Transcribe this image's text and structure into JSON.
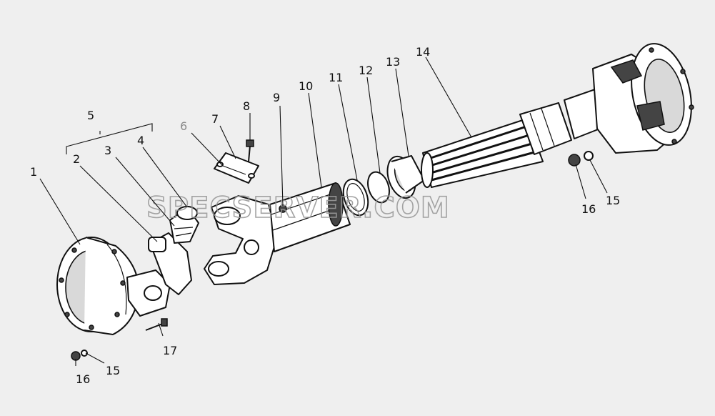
{
  "watermark": "SPECSERVER.COM",
  "callouts": {
    "c1": "1",
    "c2": "2",
    "c3": "3",
    "c4": "4",
    "c5": "5",
    "c6": "6",
    "c7": "7",
    "c8": "8",
    "c9": "9",
    "c10": "10",
    "c11": "11",
    "c12": "12",
    "c13": "13",
    "c14": "14",
    "c15a": "15",
    "c16a": "16",
    "c15b": "15",
    "c16b": "16",
    "c17": "17"
  },
  "colors": {
    "background": "#efefef",
    "ink": "#111111",
    "grey_callout": "#8a8a8a",
    "watermark": "#9a9a9a"
  }
}
